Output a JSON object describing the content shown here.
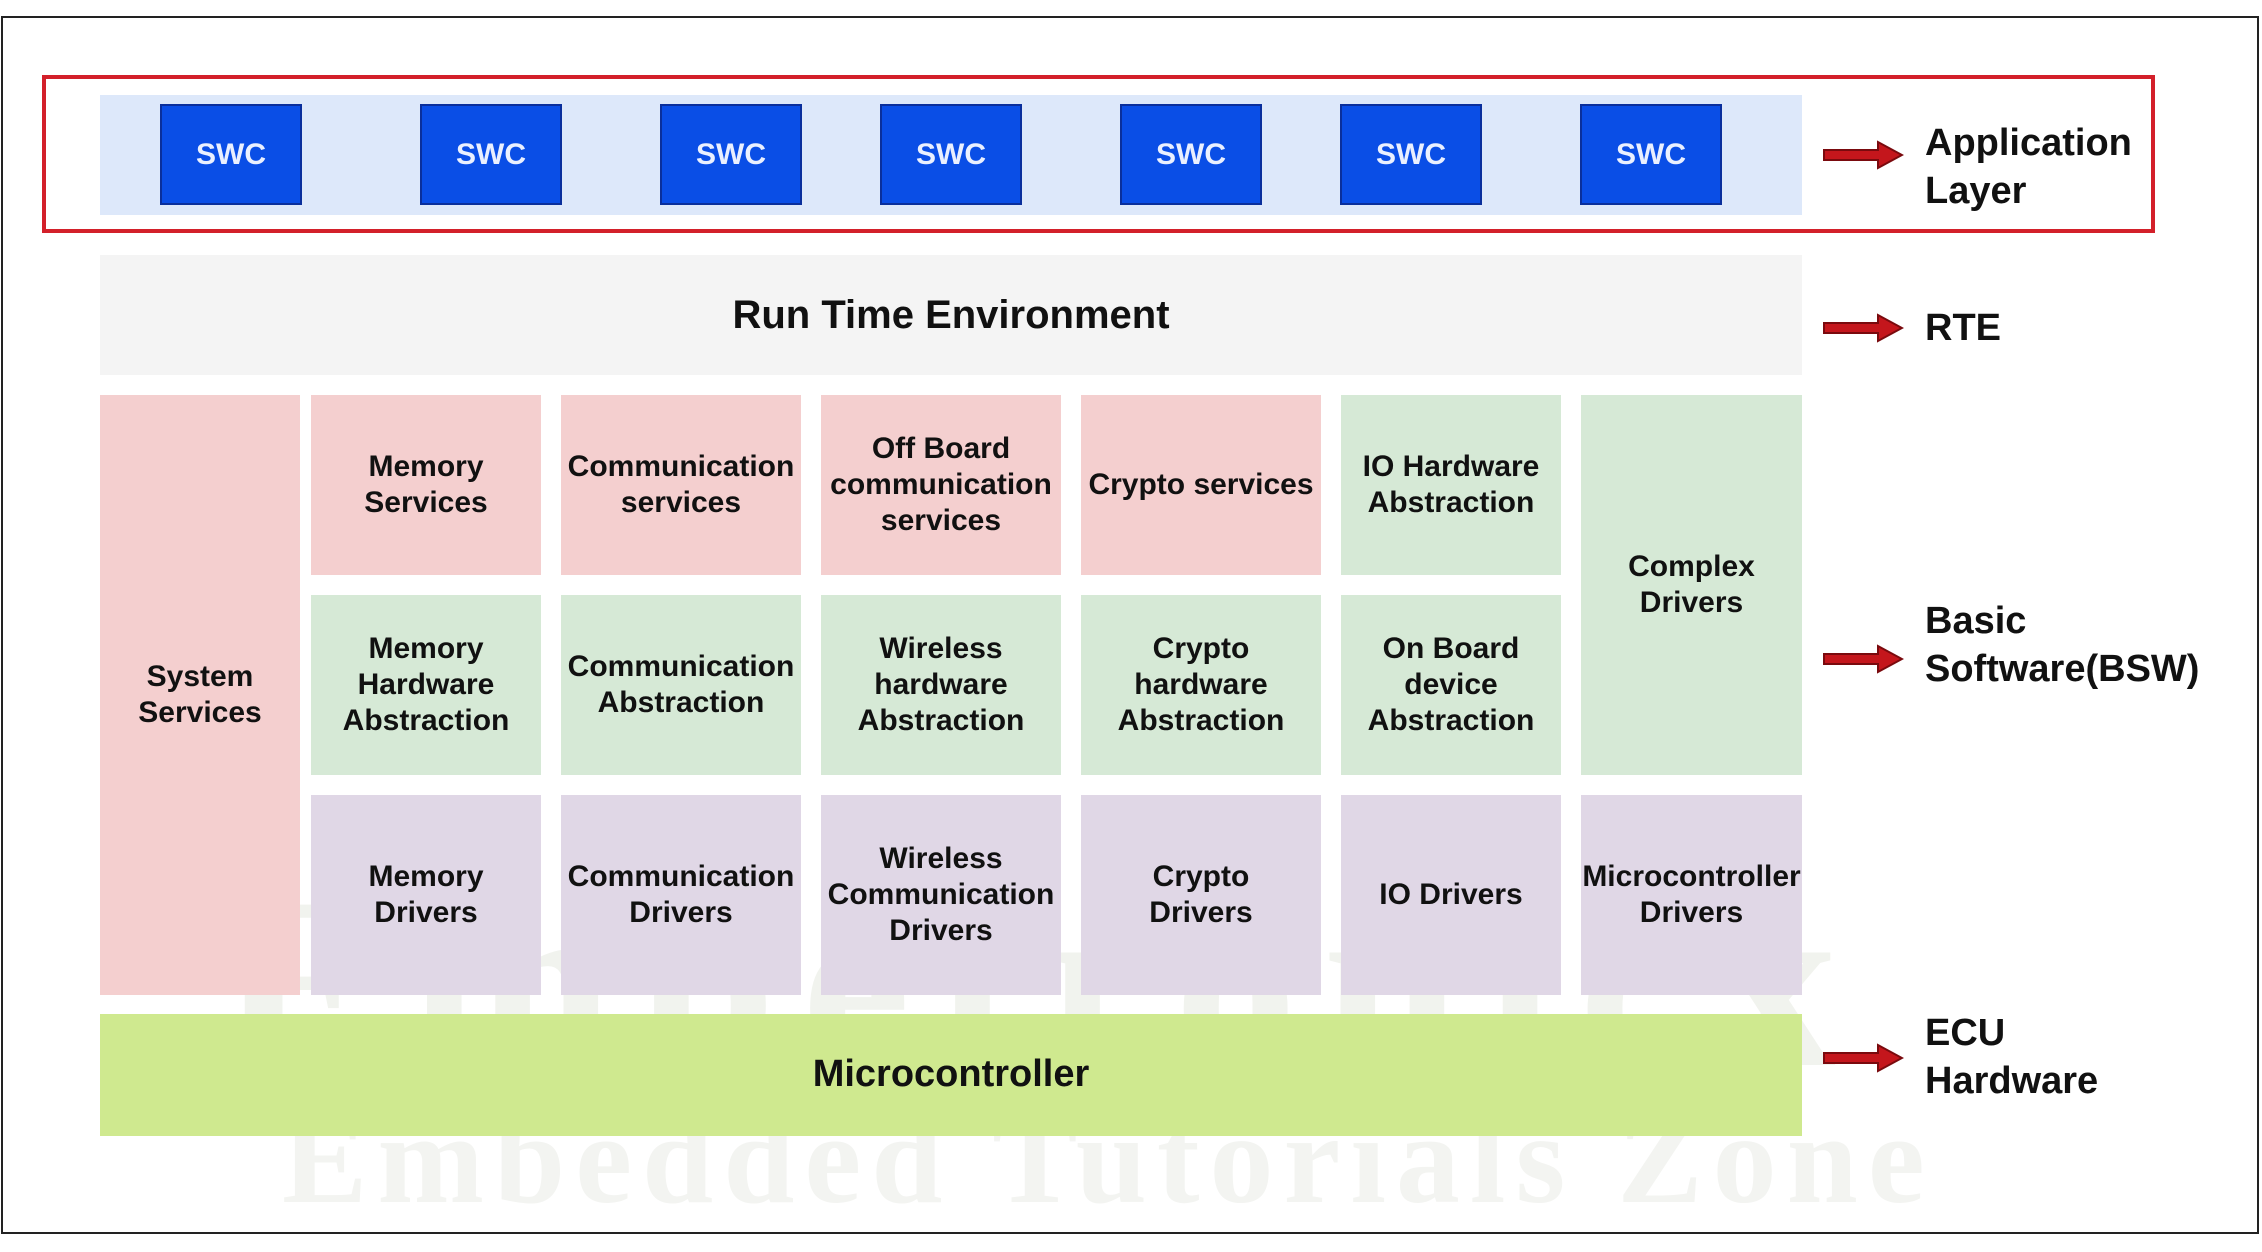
{
  "application_layer": {
    "components": [
      "SWC",
      "SWC",
      "SWC",
      "SWC",
      "SWC",
      "SWC",
      "SWC"
    ]
  },
  "rte": {
    "label": "Run Time Environment"
  },
  "bsw": {
    "system_services": "System\nServices",
    "row_services": {
      "memory": "Memory\nServices",
      "communication": "Communication\nservices",
      "offboard": "Off Board\ncommunication\nservices",
      "crypto": "Crypto services",
      "io": "IO Hardware\nAbstraction"
    },
    "complex_drivers": "Complex\nDrivers",
    "row_abstraction": {
      "memory": "Memory\nHardware\nAbstraction",
      "communication": "Communication\nAbstraction",
      "wireless": "Wireless\nhardware\nAbstraction",
      "crypto": "Crypto\nhardware\nAbstraction",
      "onboard": "On Board\ndevice\nAbstraction"
    },
    "row_drivers": {
      "memory": "Memory\nDrivers",
      "communication": "Communication\nDrivers",
      "wireless": "Wireless\nCommunication\nDrivers",
      "crypto": "Crypto\nDrivers",
      "io": "IO Drivers",
      "microcontroller": "Microcontroller\nDrivers"
    }
  },
  "microcontroller": {
    "label": "Microcontroller"
  },
  "side_labels": {
    "application": "Application\nLayer",
    "rte": "RTE",
    "bsw": "Basic\nSoftware(BSW)",
    "ecu": "ECU\nHardware"
  },
  "watermark": {
    "line1": "Embetronicx",
    "line2": "Embedded Tutorials Zone"
  },
  "colors": {
    "swc_fill": "#0a4ee6",
    "app_outline": "#d3202a",
    "services": "#f4cfcf",
    "abstraction": "#d6e9d6",
    "drivers": "#e0d7e6",
    "microcontroller": "#cfe98f",
    "arrow": "#c4161c"
  }
}
